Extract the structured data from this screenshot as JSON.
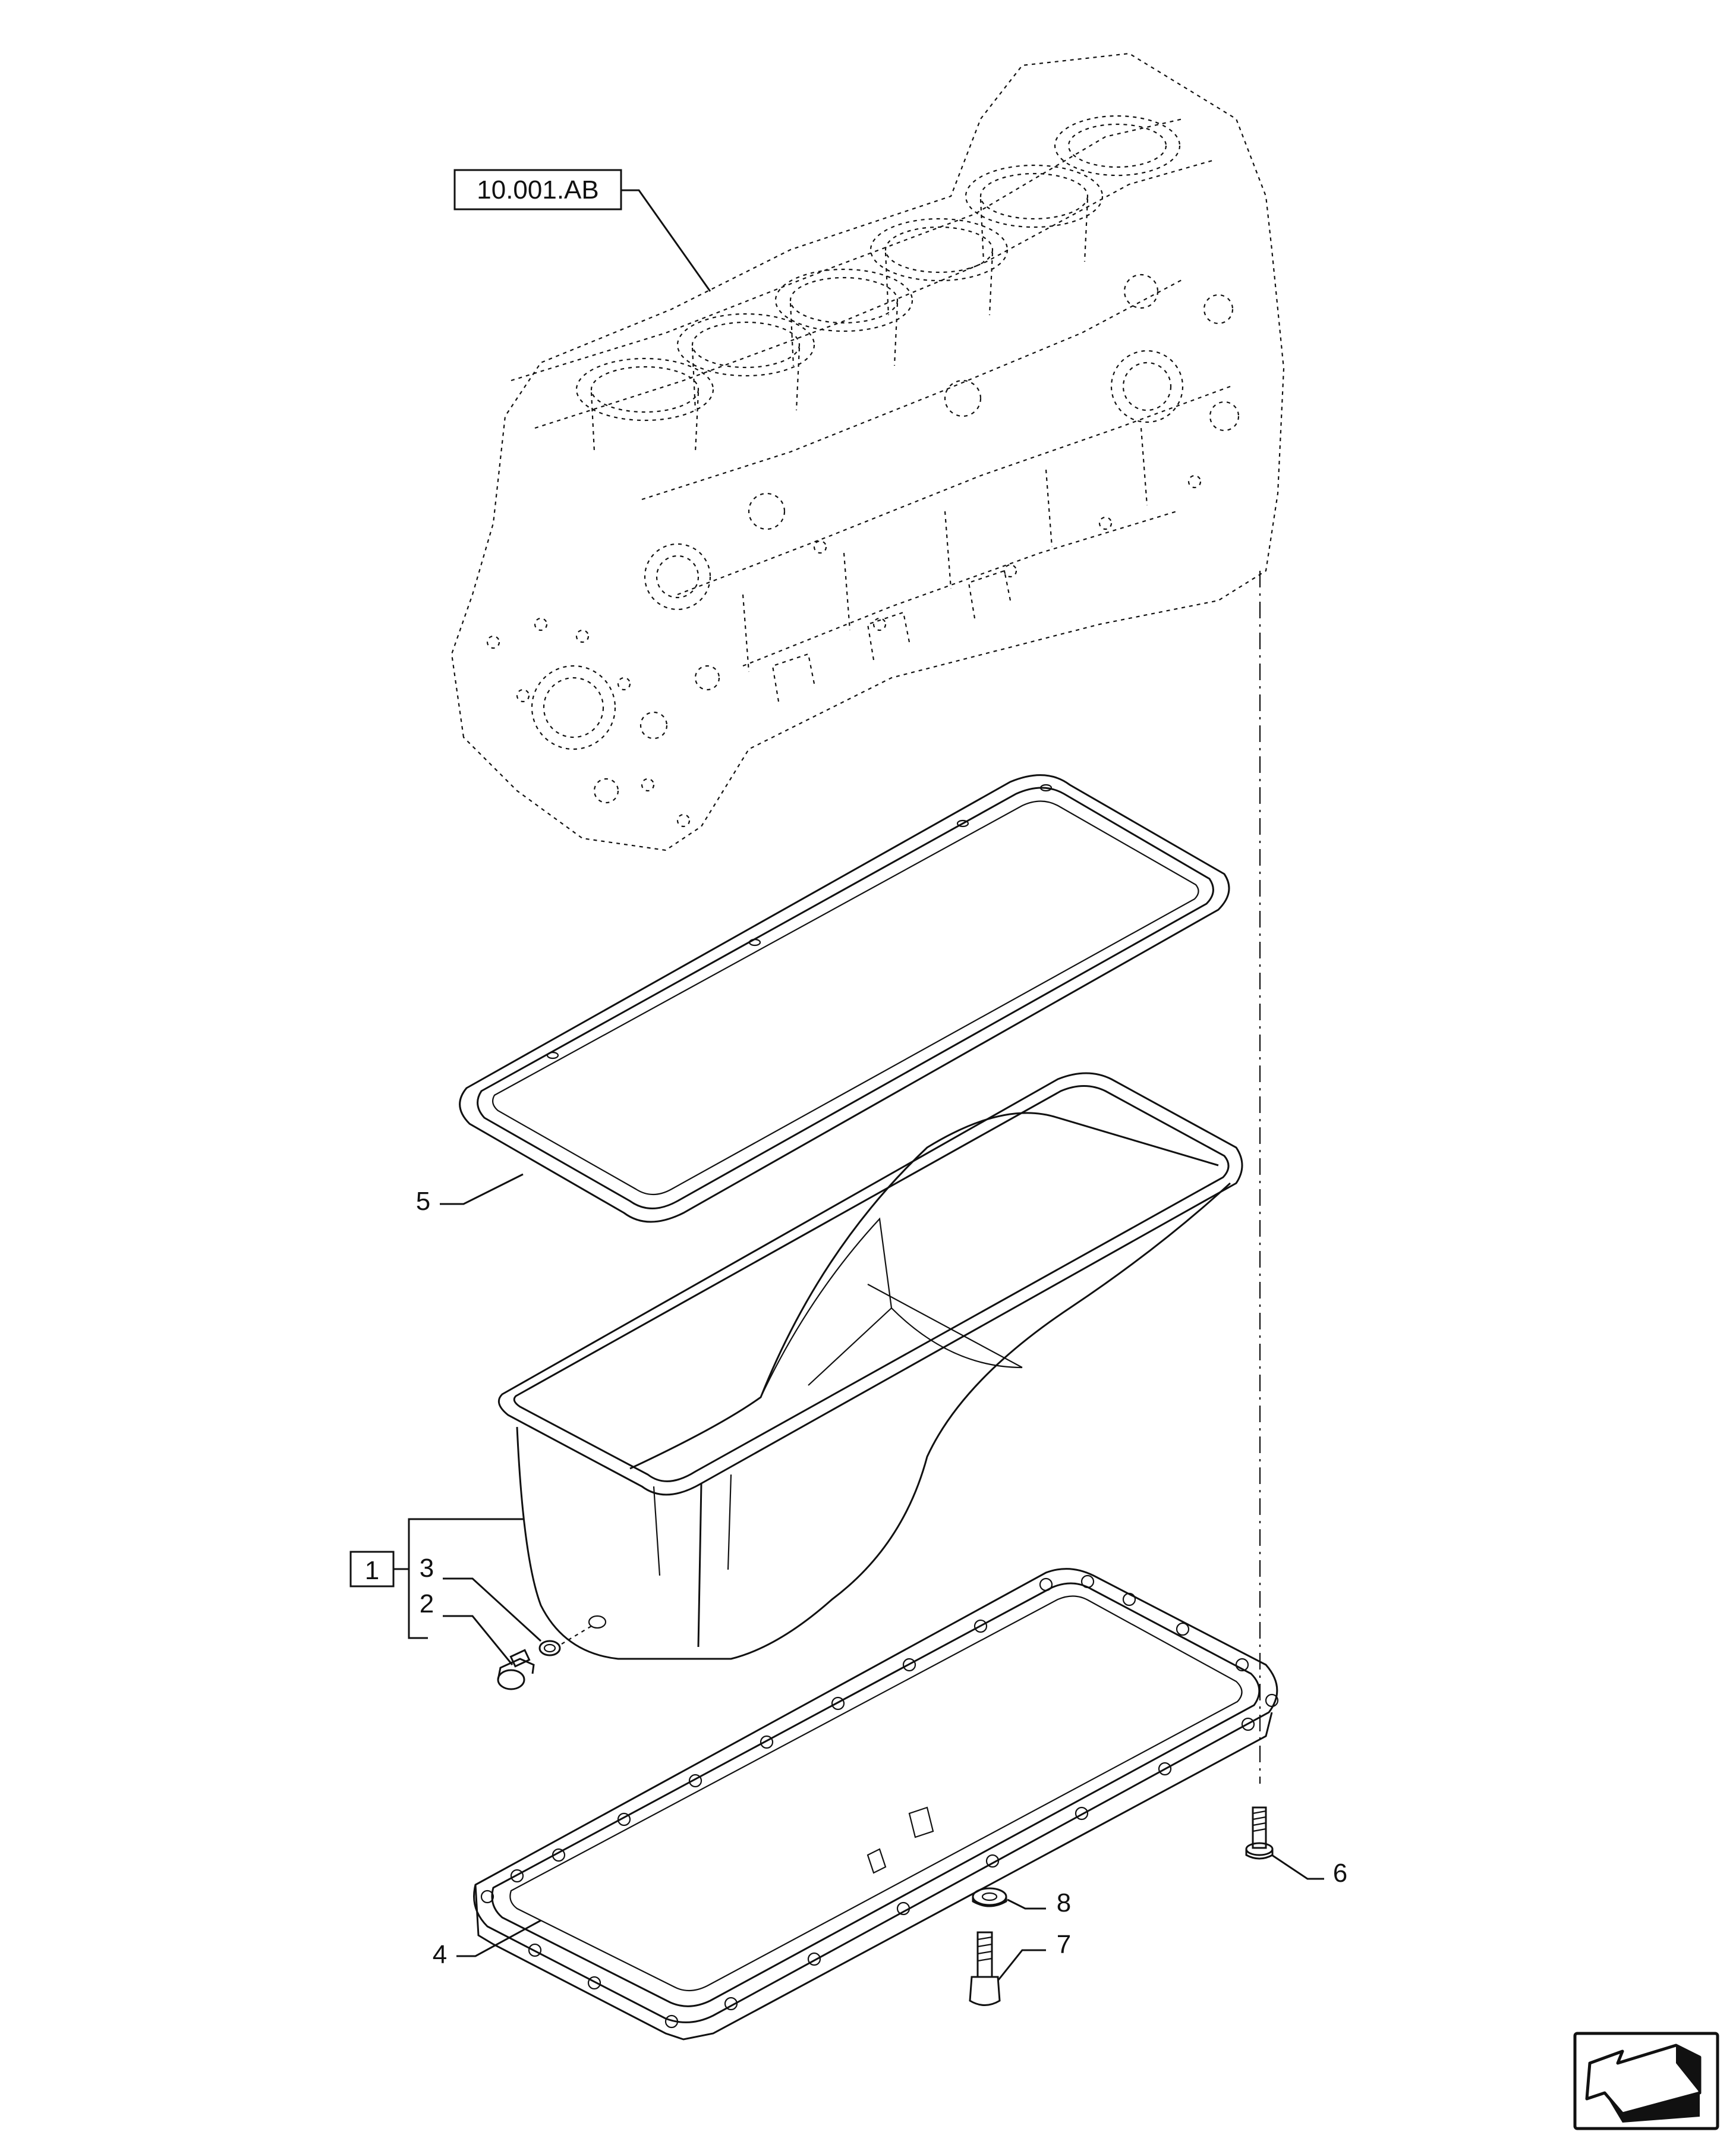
{
  "reference_label": "10.001.AB",
  "callouts": {
    "group": "1",
    "drain_plug": "2",
    "drain_plug_washer": "3",
    "oil_sump_frame": "4",
    "gasket": "5",
    "screw_long": "6",
    "screw_short": "7",
    "washer": "8"
  },
  "icons": {
    "navigation": "return-arrow-icon"
  }
}
